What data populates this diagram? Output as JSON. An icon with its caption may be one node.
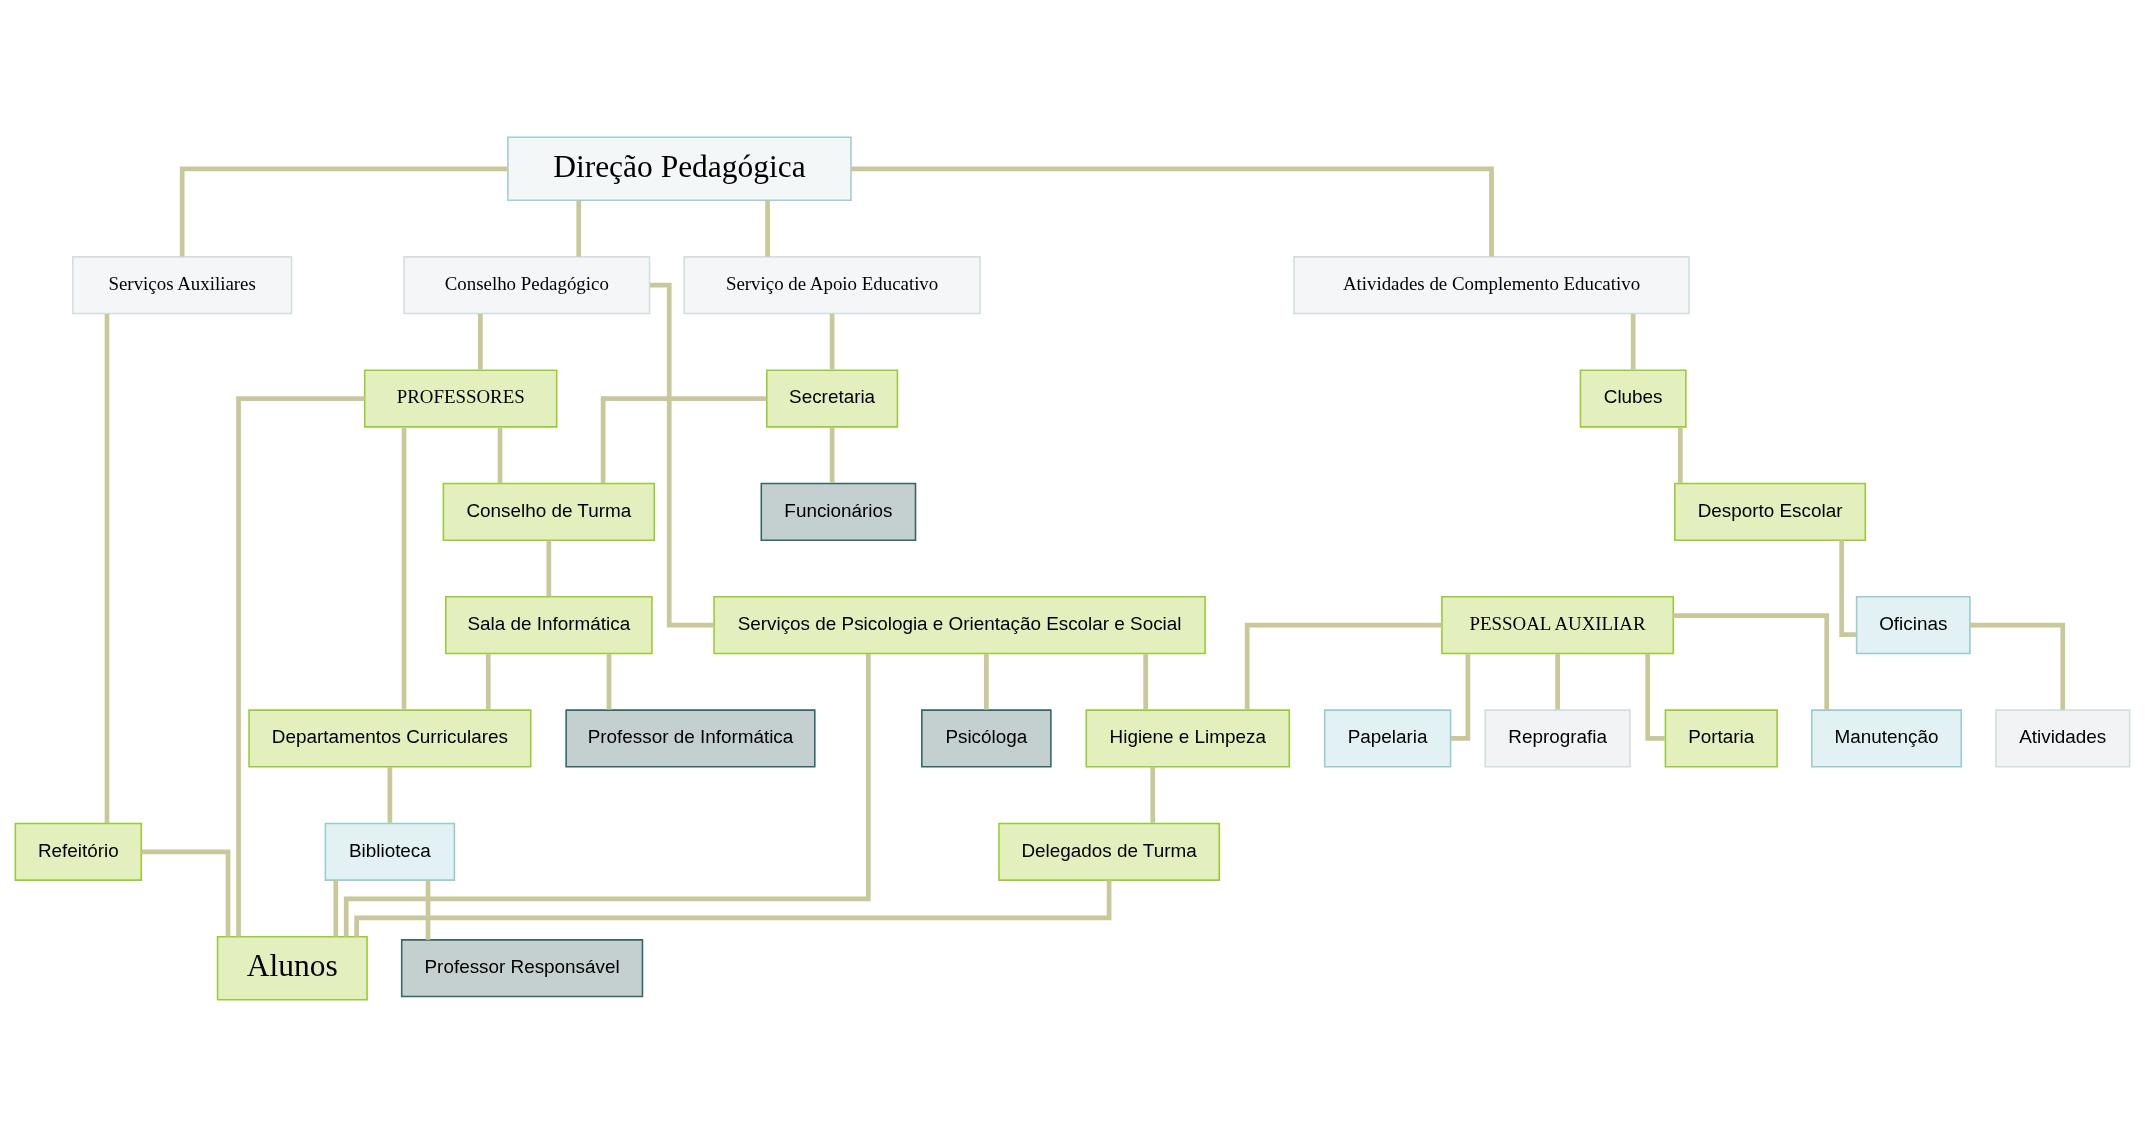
{
  "diagram": {
    "nodes": [
      {
        "text": [
          "Direção Pedagógica"
        ]
      },
      {
        "text": [
          "Serviços Auxiliares"
        ]
      },
      {
        "text": [
          "Conselho Pedagógico"
        ]
      },
      {
        "text": [
          "Serviço de Apoio Educativo"
        ]
      },
      {
        "text": [
          "Atividades de Complemento Educativo"
        ]
      },
      {
        "text": [
          "PESSOAL AUXILIAR"
        ]
      },
      {
        "text": [
          "Refeitório"
        ]
      },
      {
        "text": [
          "PROFESSORES"
        ]
      },
      {
        "text": [
          "Conselho de Turma"
        ]
      },
      {
        "text": [
          "Secretaria"
        ]
      },
      {
        "text": [
          "Funcionários"
        ]
      },
      {
        "text": [
          "Clubes"
        ]
      },
      {
        "text": [
          "Papelaria"
        ]
      },
      {
        "text": [
          "Sala de Informática"
        ]
      },
      {
        "text": [
          "Professor de Informática"
        ]
      },
      {
        "text": [
          "Desporto Escolar"
        ]
      },
      {
        "text": [
          "Departamentos Curriculares"
        ]
      },
      {
        "text": [
          "Biblioteca"
        ]
      },
      {
        "text": [
          "Professor Responsável"
        ]
      },
      {
        "text": [
          "Oficinas"
        ]
      },
      {
        "text": [
          "Reprografia"
        ]
      },
      {
        "text": [
          "Portaria"
        ]
      },
      {
        "text": [
          "Serviços de Psicologia e Orientação Escolar e Social"
        ]
      },
      {
        "text": [
          "Psicóloga"
        ]
      },
      {
        "text": [
          "Atividades"
        ]
      },
      {
        "text": [
          "Higiene e Limpeza"
        ]
      },
      {
        "text": [
          "Delegados de Turma"
        ]
      },
      {
        "text": [
          "Manutenção"
        ]
      },
      {
        "text": [
          "Alunos"
        ]
      }
    ],
    "edges": [
      {
        "from": 0,
        "to": 1,
        "arrow": "none"
      },
      {
        "from": 0,
        "to": 2,
        "arrow": "none"
      },
      {
        "from": 0,
        "to": 3,
        "arrow": "none"
      },
      {
        "from": 0,
        "to": 4,
        "arrow": "none"
      },
      {
        "from": 1,
        "to": 6,
        "arrow": "none"
      },
      {
        "from": 5,
        "to": 12,
        "arrow": "none"
      },
      {
        "from": 5,
        "to": 20,
        "arrow": "none"
      },
      {
        "from": 5,
        "to": 21,
        "arrow": "none"
      },
      {
        "from": 5,
        "to": 25,
        "arrow": "none"
      },
      {
        "from": 5,
        "to": 27,
        "arrow": "none"
      },
      {
        "from": 6,
        "to": 28,
        "arrow": "none"
      },
      {
        "from": 2,
        "to": 7,
        "arrow": "none"
      },
      {
        "from": 2,
        "to": 22,
        "arrow": "none"
      },
      {
        "from": 7,
        "to": 8,
        "arrow": "none"
      },
      {
        "from": 7,
        "to": 16,
        "arrow": "none"
      },
      {
        "from": 7,
        "to": 28,
        "arrow": "none"
      },
      {
        "from": 22,
        "to": 25,
        "arrow": "none"
      },
      {
        "from": 25,
        "to": 26,
        "arrow": "none"
      },
      {
        "from": 26,
        "to": 28,
        "arrow": "none"
      },
      {
        "from": 22,
        "to": 23,
        "arrow": "none"
      },
      {
        "from": 22,
        "to": 28,
        "arrow": "none"
      },
      {
        "from": 3,
        "to": 9,
        "arrow": "none"
      },
      {
        "from": 9,
        "to": 10,
        "arrow": "none"
      },
      {
        "from": 9,
        "to": 8,
        "arrow": "none"
      },
      {
        "from": 8,
        "to": 13,
        "arrow": "none"
      },
      {
        "from": 13,
        "to": 14,
        "arrow": "none"
      },
      {
        "from": 13,
        "to": 16,
        "arrow": "none"
      },
      {
        "from": 16,
        "to": 17,
        "arrow": "none"
      },
      {
        "from": 17,
        "to": 18,
        "arrow": "none"
      },
      {
        "from": 17,
        "to": 28,
        "arrow": "none"
      },
      {
        "from": 4,
        "to": 11,
        "arrow": "none"
      },
      {
        "from": 11,
        "to": 15,
        "arrow": "none"
      },
      {
        "from": 15,
        "to": 19,
        "arrow": "none"
      },
      {
        "from": 19,
        "to": 24,
        "arrow": "none"
      }
    ]
  }
}
